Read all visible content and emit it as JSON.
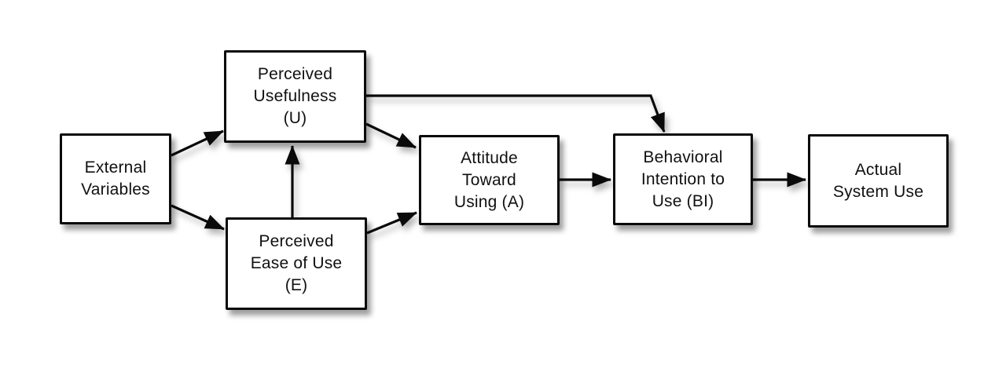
{
  "diagram": {
    "nodes": [
      {
        "id": "external-variables",
        "lines": [
          "External",
          "Variables"
        ]
      },
      {
        "id": "perceived-usefulness",
        "lines": [
          "Perceived",
          "Usefulness",
          "(U)"
        ]
      },
      {
        "id": "perceived-ease-of-use",
        "lines": [
          "Perceived",
          "Ease of Use",
          "(E)"
        ]
      },
      {
        "id": "attitude-toward-using",
        "lines": [
          "Attitude",
          "Toward",
          "Using (A)"
        ]
      },
      {
        "id": "behavioral-intention-to-use",
        "lines": [
          "Behavioral",
          "Intention to",
          "Use (BI)"
        ]
      },
      {
        "id": "actual-system-use",
        "lines": [
          "Actual",
          "System Use"
        ]
      }
    ],
    "edges": [
      {
        "from": "external-variables",
        "to": "perceived-usefulness"
      },
      {
        "from": "external-variables",
        "to": "perceived-ease-of-use"
      },
      {
        "from": "perceived-ease-of-use",
        "to": "perceived-usefulness"
      },
      {
        "from": "perceived-usefulness",
        "to": "attitude-toward-using"
      },
      {
        "from": "perceived-ease-of-use",
        "to": "attitude-toward-using"
      },
      {
        "from": "perceived-usefulness",
        "to": "behavioral-intention-to-use"
      },
      {
        "from": "attitude-toward-using",
        "to": "behavioral-intention-to-use"
      },
      {
        "from": "behavioral-intention-to-use",
        "to": "actual-system-use"
      }
    ],
    "colors": {
      "background": "#ffffff",
      "box_fill": "#ffffff",
      "line": "#0a0a0a",
      "text": "#111111"
    }
  }
}
